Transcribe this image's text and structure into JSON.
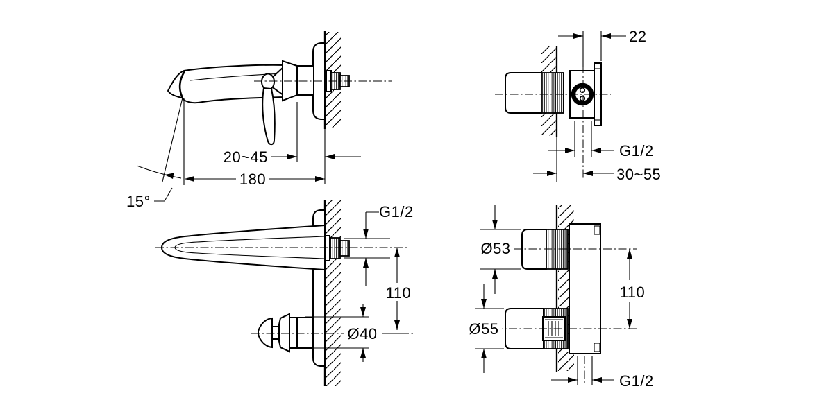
{
  "meta": {
    "description": "Technical dimension drawing of a wall-mounted basin mixer faucet, four orthographic views",
    "background_color": "#ffffff",
    "line_color": "#000000"
  },
  "labels": {
    "spout_side_view": {
      "projection_range": "20~45",
      "spout_reach": "180",
      "spout_angle": "15°"
    },
    "valve_side_view": {
      "trim_depth": "22",
      "thread_size": "G1/2",
      "install_depth_range": "30~55"
    },
    "spout_top_view": {
      "thread_size": "G1/2",
      "center_distance": "110",
      "knob_diameter": "Ø40"
    },
    "valve_top_view": {
      "handle_diameter": "Ø53",
      "center_distance": "110",
      "body_diameter": "Ø55",
      "thread_size": "G1/2"
    }
  }
}
